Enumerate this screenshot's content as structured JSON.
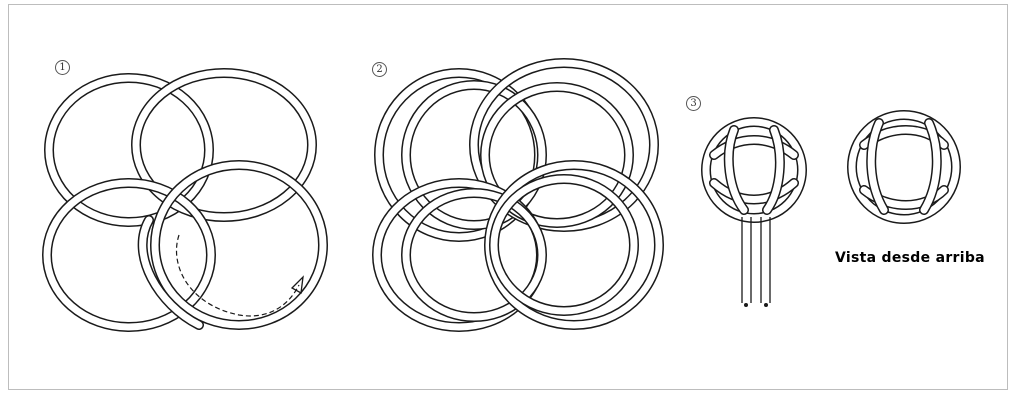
{
  "steps": {
    "one": "1",
    "two": "2",
    "three": "3"
  },
  "caption": "Vista desde arriba"
}
